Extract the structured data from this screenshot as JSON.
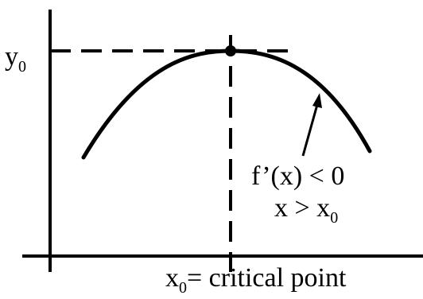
{
  "diagram": {
    "y_label": {
      "main": "y",
      "sub": "0"
    },
    "x_label": {
      "main": "x",
      "sub": "0",
      "rest": "= critical point"
    },
    "annotation": {
      "line1": "f’(x) < 0",
      "line2_main": "x > x",
      "line2_sub": "0"
    },
    "colors": {
      "ink": "#000000",
      "background": "#ffffff"
    }
  }
}
